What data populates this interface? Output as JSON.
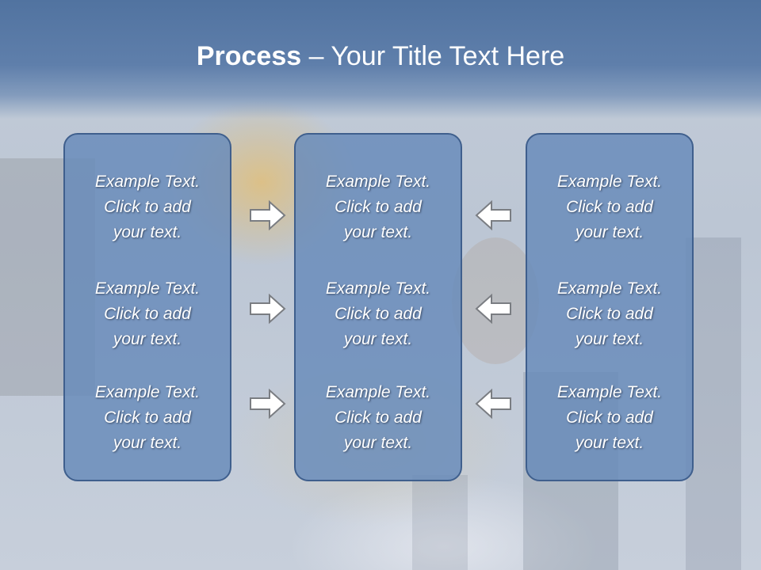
{
  "title": {
    "bold": "Process",
    "rest": " – Your Title Text Here"
  },
  "panels": [
    {
      "items": [
        {
          "line1": "Example Text.",
          "line2": "Click  to add",
          "line3": "your text."
        },
        {
          "line1": "Example Text.",
          "line2": "Click  to add",
          "line3": "your text."
        },
        {
          "line1": "Example Text.",
          "line2": "Click  to add",
          "line3": "your text."
        }
      ]
    },
    {
      "items": [
        {
          "line1": "Example Text.",
          "line2": "Click  to add",
          "line3": "your text."
        },
        {
          "line1": "Example Text.",
          "line2": "Click  to add",
          "line3": "your text."
        },
        {
          "line1": "Example Text.",
          "line2": "Click  to add",
          "line3": "your text."
        }
      ]
    },
    {
      "items": [
        {
          "line1": "Example Text.",
          "line2": "Click  to add",
          "line3": "your text."
        },
        {
          "line1": "Example Text.",
          "line2": "Click  to add",
          "line3": "your text."
        },
        {
          "line1": "Example Text.",
          "line2": "Click  to add",
          "line3": "your text."
        }
      ]
    }
  ],
  "arrows": {
    "left_group": "arrow-right-icon",
    "right_group": "arrow-left-icon"
  },
  "colors": {
    "panel_fill": "#678ab9",
    "panel_border": "#3f5f8d",
    "header": "#5173a0",
    "text": "#ffffff"
  }
}
